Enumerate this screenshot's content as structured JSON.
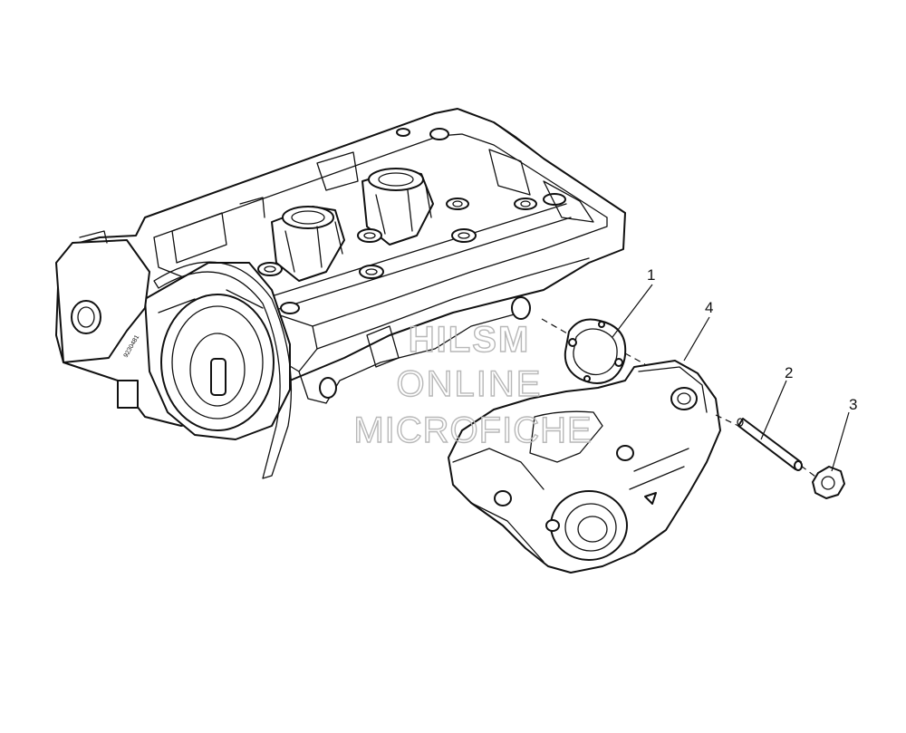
{
  "callouts": [
    {
      "id": "1",
      "label": "1"
    },
    {
      "id": "2",
      "label": "2"
    },
    {
      "id": "3",
      "label": "3"
    },
    {
      "id": "4",
      "label": "4"
    }
  ],
  "watermark": {
    "line1": "HILSM",
    "line2": "ONLINE",
    "line3": "MICROFICHE",
    "color": "#b8b8b8"
  },
  "casting_mark": "9230481",
  "colors": {
    "line": "#111111",
    "background": "#ffffff"
  }
}
